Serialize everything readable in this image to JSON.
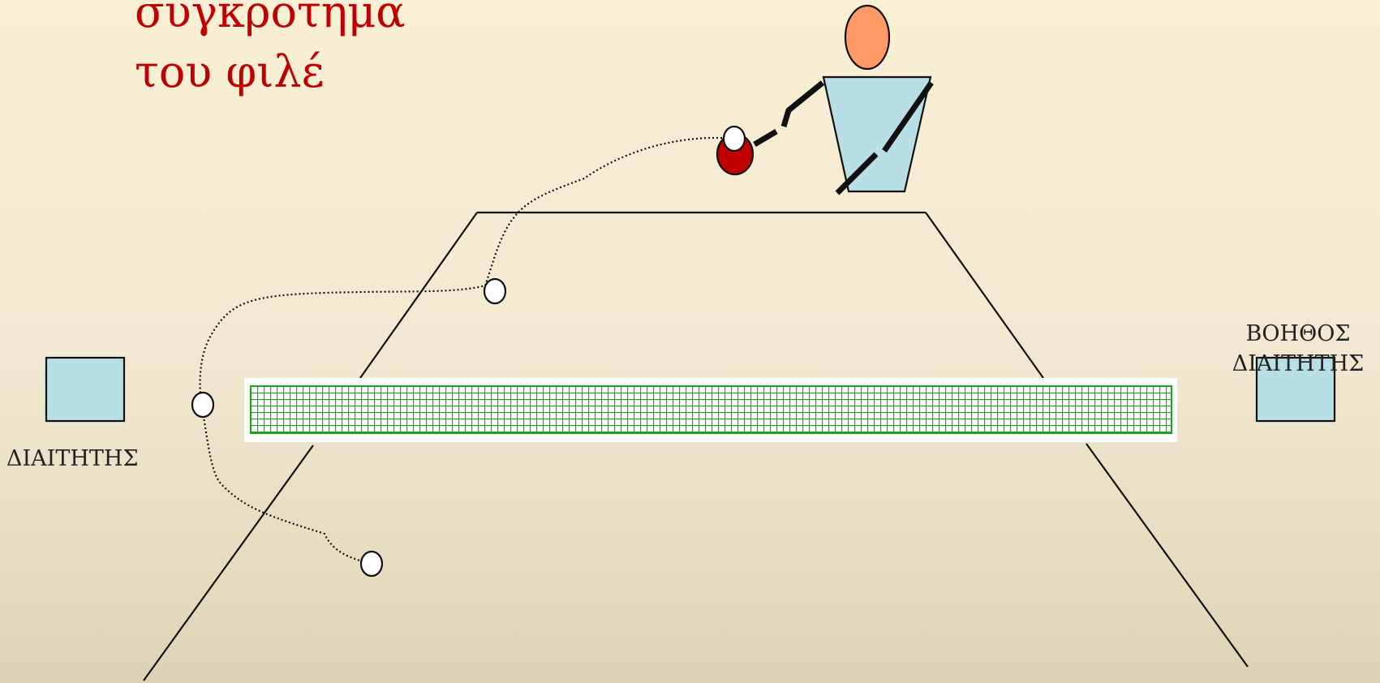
{
  "title": {
    "line1": "σύγκρότημα",
    "line2": "του φιλέ"
  },
  "labels": {
    "referee": "ΔΙΑΙΤΗΤΗΣ",
    "assistant_line1": "ΒΟΗΘΟΣ",
    "assistant_line2": "ΔΙΑΙΤΗΤΗΣ"
  },
  "colors": {
    "title": "#c00000",
    "referee_box": "#b8dfe6",
    "player_head": "#ff9966",
    "player_body": "#b8dfe6",
    "held_ball": "#c00000",
    "net": "#1aa51a"
  }
}
